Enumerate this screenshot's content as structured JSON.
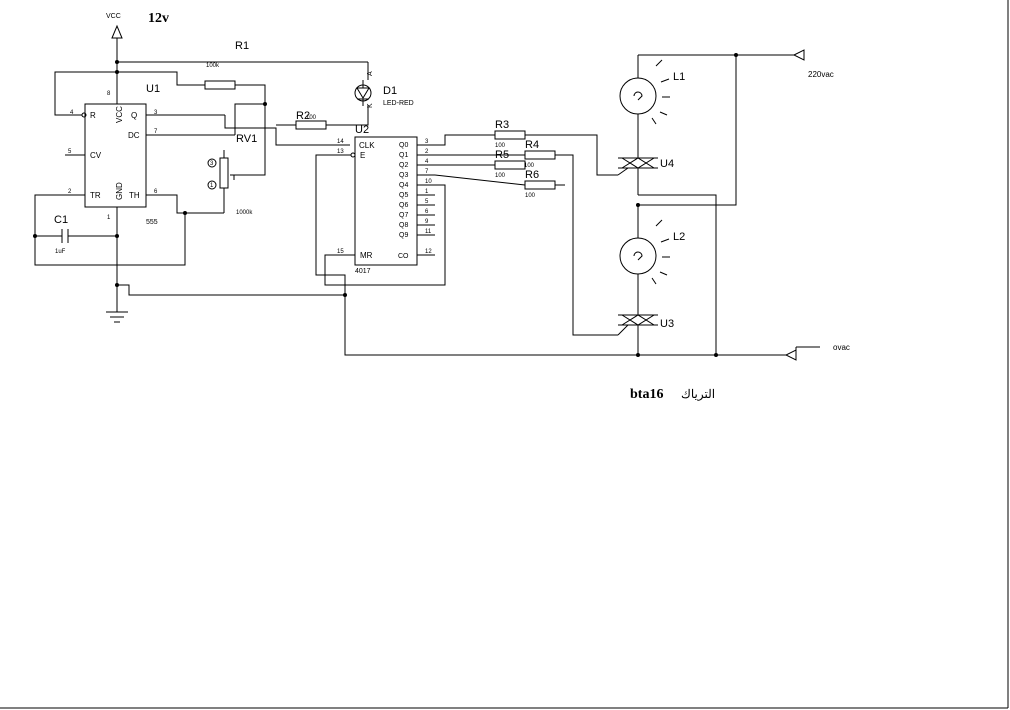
{
  "supply": {
    "vcc_label": "VCC",
    "voltage": "12v"
  },
  "mains": {
    "line_label": "220vac",
    "neutral_label": "ovac"
  },
  "caption": {
    "part": "bta16",
    "arabic": "الترياك"
  },
  "u1": {
    "ref": "U1",
    "part": "555",
    "pins": {
      "r": "R",
      "vcc": "VCC",
      "q": "Q",
      "dc": "DC",
      "cv": "CV",
      "tr": "TR",
      "gnd": "GND",
      "th": "TH"
    },
    "pin_numbers": {
      "r": "4",
      "vcc": "8",
      "q": "3",
      "dc": "7",
      "cv": "5",
      "tr": "2",
      "gnd": "1",
      "th": "6"
    }
  },
  "u2": {
    "ref": "U2",
    "part": "4017",
    "pins": {
      "clk": "CLK",
      "e": "E",
      "mr": "MR",
      "q0": "Q0",
      "q1": "Q1",
      "q2": "Q2",
      "q3": "Q3",
      "q4": "Q4",
      "q5": "Q5",
      "q6": "Q6",
      "q7": "Q7",
      "q8": "Q8",
      "q9": "Q9",
      "co": "CO"
    },
    "pin_numbers": {
      "clk": "14",
      "e": "13",
      "mr": "15",
      "q0": "3",
      "q1": "2",
      "q2": "4",
      "q3": "7",
      "q4": "10",
      "q5": "1",
      "q6": "5",
      "q7": "6",
      "q8": "9",
      "q9": "11",
      "co": "12"
    }
  },
  "components": {
    "r1": {
      "ref": "R1",
      "value": "100k"
    },
    "r2": {
      "ref": "R2",
      "value": "100"
    },
    "r3": {
      "ref": "R3",
      "value": "100"
    },
    "r4": {
      "ref": "R4",
      "value": "100"
    },
    "r5": {
      "ref": "R5",
      "value": "100"
    },
    "r6": {
      "ref": "R6",
      "value": "100"
    },
    "rv1": {
      "ref": "RV1",
      "value": "1000k",
      "pin1": "1",
      "pin3": "3"
    },
    "c1": {
      "ref": "C1",
      "value": "1uF"
    },
    "d1": {
      "ref": "D1",
      "value": "LED-RED",
      "anode": "A",
      "cathode": "K"
    },
    "l1": {
      "ref": "L1"
    },
    "l2": {
      "ref": "L2"
    },
    "u3": {
      "ref": "U3"
    },
    "u4": {
      "ref": "U4"
    }
  }
}
